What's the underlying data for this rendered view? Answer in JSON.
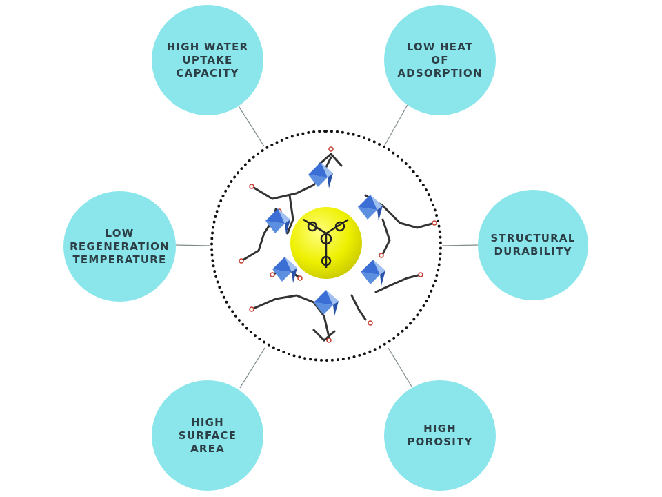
{
  "diagram": {
    "nodes": [
      {
        "id": "n1",
        "text": "HIGH WATER\nUPTAKE\nCAPACITY"
      },
      {
        "id": "n2",
        "text": "LOW HEAT\nOF\nADSORPTION"
      },
      {
        "id": "n3",
        "text": "LOW\nREGENERATION\nTEMPERATURE"
      },
      {
        "id": "n4",
        "text": "STRUCTURAL\nDURABILITY"
      },
      {
        "id": "n5",
        "text": "HIGH\nSURFACE\nAREA"
      },
      {
        "id": "n6",
        "text": "HIGH\nPOROSITY"
      }
    ],
    "colors": {
      "bubble": "#8ae6ea",
      "text": "#2c3e46",
      "connector": "#7f8c8d",
      "ring": "#111111",
      "pore": "#eef000",
      "cluster": "#3b6fd6",
      "linker": "#333333",
      "oxygen": "#d63b3b"
    },
    "center_image": "metal-organic-framework-structure"
  }
}
